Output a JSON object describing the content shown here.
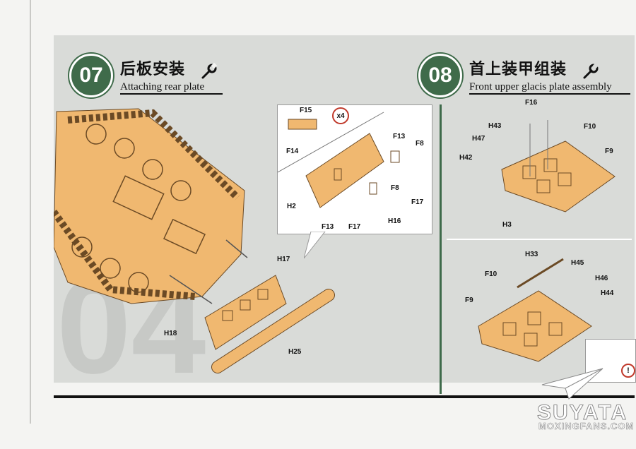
{
  "step07": {
    "number": "07",
    "title_zh": "后板安装",
    "title_en": "Attaching rear plate"
  },
  "step08": {
    "number": "08",
    "title_zh": "首上装甲组装",
    "title_en": "Front upper glacis plate assembly"
  },
  "background_number": "04",
  "inset": {
    "multiplier": "x4",
    "labels": [
      "F15",
      "F14",
      "F13",
      "F8",
      "H2",
      "F8",
      "F17",
      "F13",
      "F17",
      "H16"
    ]
  },
  "main_labels": [
    "H17",
    "H18",
    "H25"
  ],
  "step08_upper_labels": [
    "F16",
    "H43",
    "H47",
    "H42",
    "F10",
    "F9",
    "H3"
  ],
  "step08_lower_labels": [
    "H33",
    "H45",
    "F10",
    "H46",
    "H44",
    "F9"
  ],
  "watermark": {
    "line1": "SUYATA",
    "line2": "MOXINGFANS.COM"
  },
  "colors": {
    "accent": "#3f6b4a",
    "part": "#f0b870",
    "alert": "#c0392b"
  }
}
